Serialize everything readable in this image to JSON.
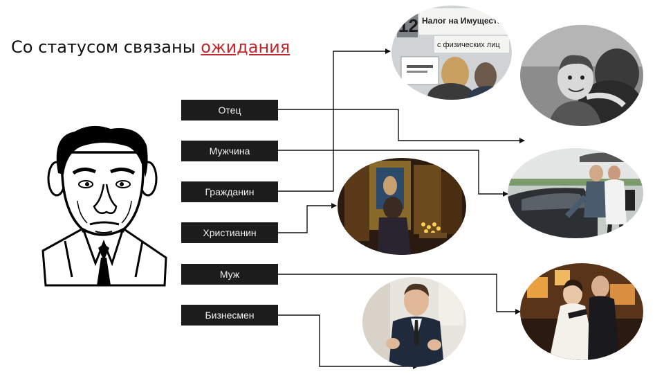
{
  "title": {
    "prefix": "Со статусом связаны",
    "accent": "ожидания",
    "accent_color": "#c0282d"
  },
  "roles": [
    "Отец",
    "Мужчина",
    "Гражданин",
    "Христианин",
    "Муж",
    "Бизнесмен"
  ],
  "photos": {
    "tax_office": {
      "sign_line1": "Налог на Имуществ",
      "sign_line2": "с физических лиц",
      "number": "12"
    },
    "father_son": {},
    "car_door": {},
    "church": {},
    "businessman": {},
    "wedding": {}
  },
  "colors": {
    "box": "#1c1c1c",
    "box_text": "#f2f2f2",
    "arrow": "#111111"
  }
}
